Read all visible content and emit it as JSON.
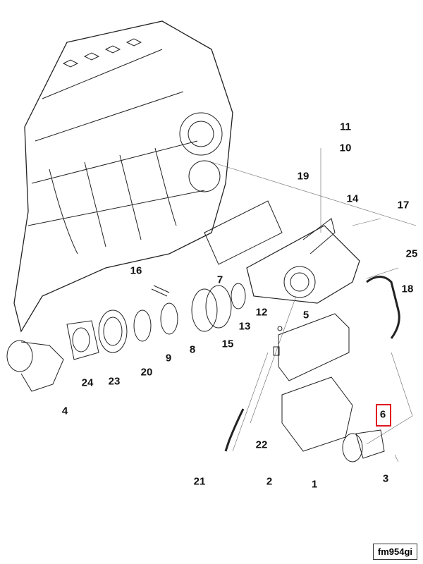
{
  "diagram": {
    "callouts": [
      "11",
      "10",
      "19",
      "14",
      "17",
      "25",
      "18",
      "16",
      "7",
      "12",
      "13",
      "5",
      "15",
      "8",
      "9",
      "20",
      "23",
      "24",
      "4",
      "6",
      "22",
      "21",
      "2",
      "1",
      "3"
    ],
    "highlighted_callout": "6",
    "highlight_color": "#e0141e",
    "figure_id": "fm954gi"
  }
}
